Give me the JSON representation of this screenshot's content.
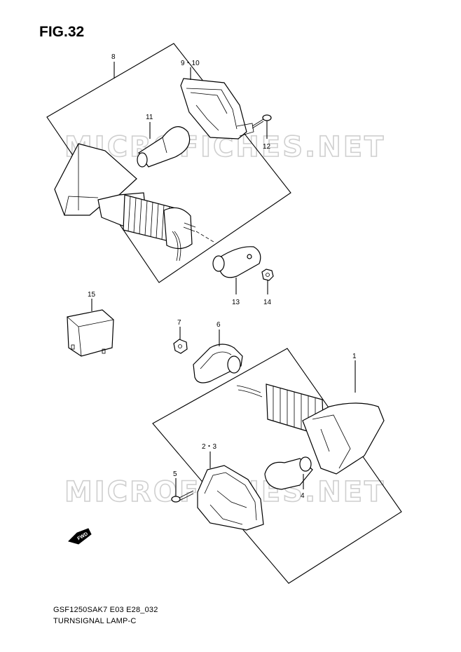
{
  "figure": {
    "title": "FIG.32",
    "model_code": "GSF1250SAK7 E03 E28_032",
    "name": "TURNSIGNAL LAMP-C"
  },
  "watermark": "MICROFICHES.NET",
  "direction_badge": "FWD",
  "callouts": {
    "c8": "8",
    "c9_10": "9・10",
    "c11": "11",
    "c12": "12",
    "c13": "13",
    "c14": "14",
    "c15": "15",
    "c7": "7",
    "c6": "6",
    "c1": "1",
    "c2_3": "2・3",
    "c5": "5",
    "c4": "4"
  },
  "colors": {
    "line": "#000000",
    "watermark": "#cfcfcf",
    "background": "#ffffff"
  }
}
